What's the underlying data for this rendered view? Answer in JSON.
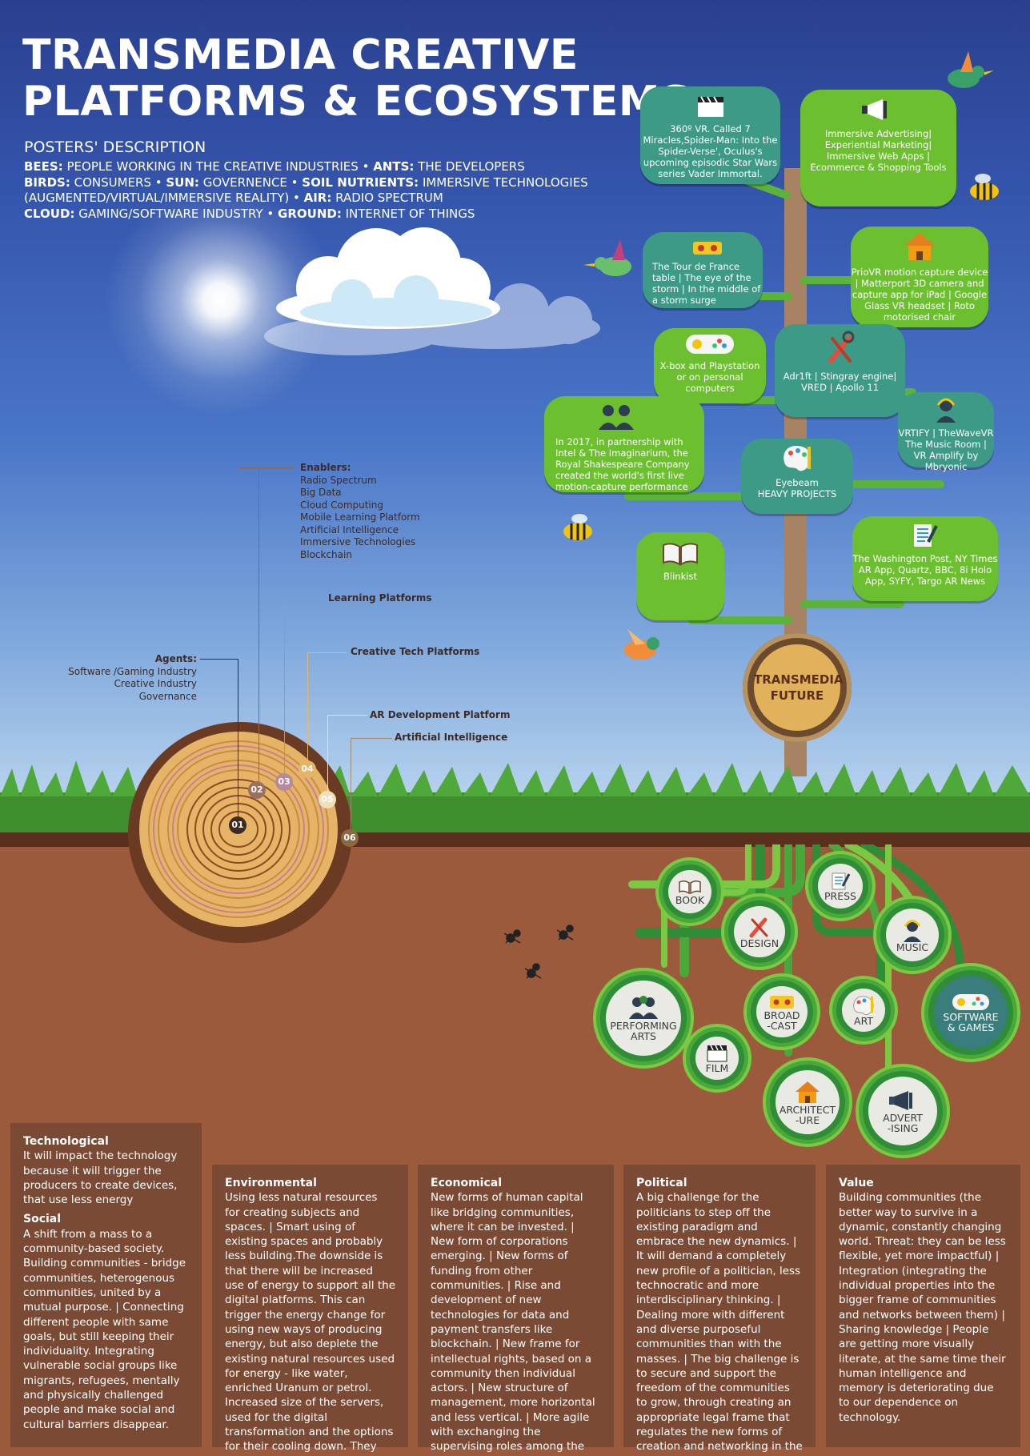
{
  "title_line1": "TRANSMEDIA CREATIVE",
  "title_line2": "PLATFORMS & ECOSYSTEMS",
  "poster_desc": {
    "heading": "POSTERS' DESCRIPTION",
    "bees_k": "BEES:",
    "bees_v": "PEOPLE WORKING IN THE CREATIVE INDUSTRIES",
    "ants_k": "ANTS:",
    "ants_v": "THE DEVELOPERS",
    "birds_k": "BIRDS:",
    "birds_v": "CONSUMERS",
    "sun_k": "SUN:",
    "sun_v": "GOVERNENCE",
    "soil_k": "SOIL NUTRIENTS:",
    "soil_v": "IMMERSIVE TECHNOLOGIES",
    "soil_v2": "(AUGMENTED/VIRTUAL/IMMERSIVE REALITY)",
    "air_k": "AIR:",
    "air_v": "RADIO SPECTRUM",
    "cloud_k": "CLOUD:",
    "cloud_v": "GAMING/SOFTWARE INDUSTRY",
    "ground_k": "GROUND:",
    "ground_v": "INTERNET OF THINGS"
  },
  "tree_cards": {
    "vr": "360º VR. Called 7 Miracles,Spider-Man: Into the Spider-Verse', Oculus's upcoming episodic Star Wars series Vader Immortal.",
    "advertising": "Immersive Advertising| Experiential Marketing| Immersive Web Apps | Ecommerce & Shopping Tools",
    "tour": "The Tour de France table | The eye of the storm | In the middle of a storm surge",
    "priovr": "PrioVR motion capture device | Matterport 3D camera and capture app for iPad | Google Glass VR headset | Roto motorised chair",
    "xbox": "X-box and Playstation or on personal computers",
    "adr1ft": "Adr1ft | Stingray engine| VRED | Apollo 11",
    "vrtify": "VRTIFY | TheWaveVR The Music Room | VR Amplify by Mbryonic",
    "rsc": "In 2017, in partnership with Intel & The Imaginarium, the Royal Shakespeare Company created the world's first live motion-capture performance",
    "eyebeam1": "Eyebeam",
    "eyebeam2": "HEAVY PROJECTS",
    "blinkist": "Blinkist",
    "washington": "The Washington Post, NY Times AR App, Quartz, BBC, 8i Holo App, SYFY, Targo AR News"
  },
  "emblem": {
    "line1": "TRANSMEDIA",
    "line2": "FUTURE"
  },
  "rings": {
    "n01": "01",
    "n02": "02",
    "n03": "03",
    "n04": "04",
    "n05": "05",
    "n06": "06",
    "enablers_title": "Enablers:",
    "enablers": [
      "Radio Spectrum",
      "Big Data",
      "Cloud Computing",
      "Mobile Learning Platform",
      "Artificial Intelligence",
      "Immersive Technologies",
      "Blockchain"
    ],
    "learning": "Learning Platforms",
    "creative_tech": "Creative Tech Platforms",
    "ar_dev": "AR Development Platform",
    "ai": "Artificial Intelligence",
    "agents_title": "Agents:",
    "agents": [
      "Software /Gaming Industry",
      "Creative Industry",
      "Governance"
    ]
  },
  "roots": {
    "book": "BOOK",
    "press": "PRESS",
    "design": "DESIGN",
    "music": "MUSIC",
    "perf1": "PERFORMING",
    "perf2": "ARTS",
    "broad1": "BROAD",
    "broad2": "-CAST",
    "art": "ART",
    "soft1": "SOFTWARE",
    "soft2": "& GAMES",
    "film": "FILM",
    "arch1": "ARCHITECT",
    "arch2": "-URE",
    "adv1": "ADVERT",
    "adv2": "-ISING"
  },
  "panels": {
    "tech_title": "Technological",
    "tech_body": "It will impact the technology because it will trigger the producers to create devices, that use less energy",
    "social_title": "Social",
    "social_body": "A shift from a mass to a community-based society. Building communities - bridge communities, heterogenous communities, united by a mutual purpose. | Connecting different people with same goals, but still keeping their individuality. Integrating vulnerable social groups like migrants, refugees, mentally and physically challenged people and make social and cultural barriers disappear.",
    "env_title": "Environmental",
    "env_body": "Using less natural resources for creating subjects and spaces. | Smart using of existing spaces and probably less building.The downside is that there will be increased use of energy to support all the digital platforms. This can trigger the energy change for using new ways of producing energy, but also deplete the existing natural resources used for energy - like water, enriched Uranum or petrol. Increased size of the servers, used for the digital transformation and the options for their cooling down. They could even impact the climate change negatively.",
    "eco_title": "Economical",
    "eco_body": "New forms of human capital like bridging communities, where it can be invested. | New form of corporations emerging. | New forms of funding from other communities. | Rise and development of new technologies for data and payment transfers like blockchain. | New frame for intellectual rights, based on a community then individual actors. | New structure of management, more horizontal and less vertical. | More agile with exchanging the supervising roles among the members of the community. | New forms of higher education.",
    "pol_title": "Political",
    "pol_body": "A big challenge for the politicians to step off the existing paradigm and embrace the new dynamics. | It will demand a completely new profile of a politician, less technocratic and more interdisciplinary thinking. | Dealing more with different and diverse purposeful communities than with the masses. | The big challenge is to secure and support the freedom of the communities to grow, through creating an appropriate legal frame that regulates the new forms of creation and networking in the creative industries.",
    "val_title": "Value",
    "val_body": "Building communities (the better way to survive in a dynamic, constantly changing world. Threat: they can be less flexible, yet more impactful) | Integration (integrating the individual properties into the bigger frame of communities and networks between them) | Sharing knowledge | People are getting more visually literate, at the same time their human intelligence and memory is deteriorating due to our dependence on technology."
  },
  "colors": {
    "sky": "#3556ad",
    "soil": "#9b5a3c",
    "leaf_green": "#6cbf2f",
    "leaf_teal": "#3d9a86",
    "panel": "#7a4a34"
  }
}
